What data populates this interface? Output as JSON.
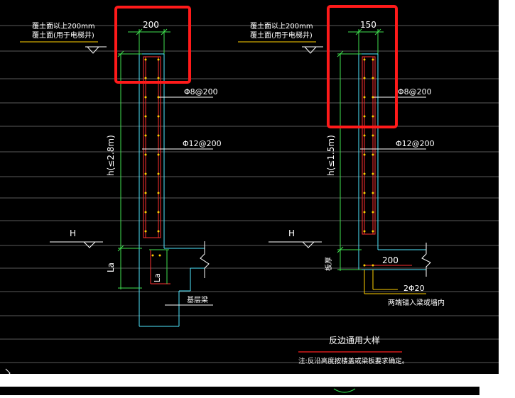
{
  "drawing": {
    "left_detail": {
      "top_note_line1": "覆土面以上200mm",
      "top_note_line2": "覆土面(用于电梯井)",
      "width_dim": "200",
      "stirrup_label": "Φ8@200",
      "vertical_bar_label": "Φ12@200",
      "height_label": "h(≤2.8m)",
      "water_level": "H",
      "anchor_label_la": "La",
      "anchor_label_la2": "La",
      "beam_label": "基层梁"
    },
    "right_detail": {
      "top_note_line1": "覆土面以上200mm",
      "top_note_line2": "覆土面(用于电梯井)",
      "width_dim": "150",
      "stirrup_label": "Φ8@200",
      "vertical_bar_label": "Φ12@200",
      "height_label": "h(≤1.5m)",
      "water_level": "H",
      "slab_label": "板厚",
      "base_width_dim": "200",
      "bottom_bar_label": "2Φ20",
      "anchor_note": "两端锚入梁或墙内"
    },
    "footer": {
      "title": "反边通用大样",
      "note": "注:反沿高度按楼盖或梁板要求确定。"
    }
  },
  "colors": {
    "background": "#000000",
    "grid": "#5a5a5a",
    "highlight": "#ff1a1a",
    "dimension": "#3fe04f",
    "rebar_stirrup": "#ff3030",
    "rebar_dots": "#ffd000",
    "concrete_outline": "#4fe8ff",
    "text": "#ffffff",
    "title_underline": "#ff2020"
  }
}
